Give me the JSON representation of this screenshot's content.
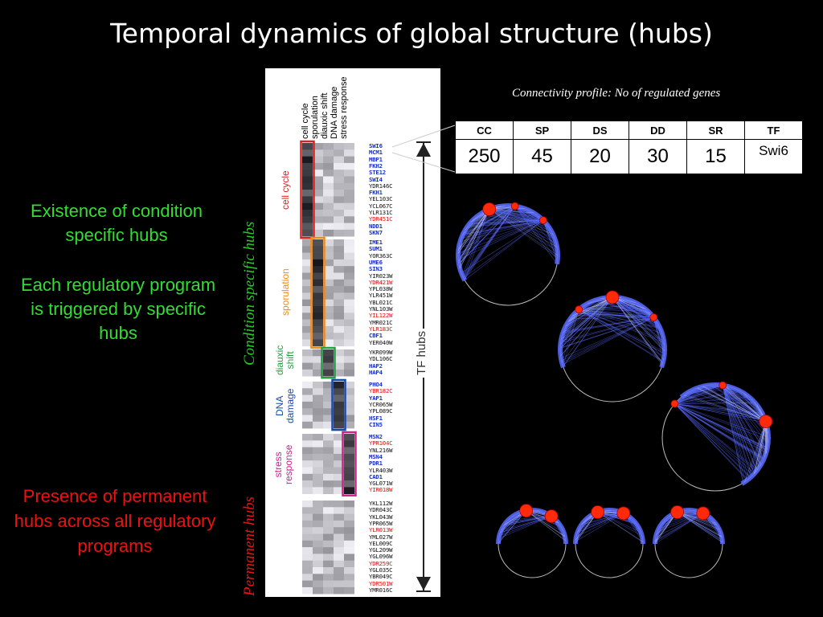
{
  "title": "Temporal dynamics of global structure (hubs)",
  "left_text": {
    "existence": "Existence of condition specific hubs",
    "triggered": "Each regulatory program is triggered by specific hubs",
    "presence": "Presence of permanent hubs across all regulatory programs"
  },
  "side_labels": {
    "condition_specific": "Condition specific hubs",
    "permanent": "Permanent hubs"
  },
  "heatmap": {
    "columns": [
      "cell cycle",
      "sporulation",
      "diauxic shift",
      "DNA damage",
      "stress response"
    ],
    "groups": [
      {
        "label_lines": [
          "cell cycle"
        ],
        "color": "#e02020"
      },
      {
        "label_lines": [
          "sporulation"
        ],
        "color": "#f08a1a"
      },
      {
        "label_lines": [
          "diauxic",
          "shift"
        ],
        "color": "#20a040"
      },
      {
        "label_lines": [
          "DNA",
          "damage"
        ],
        "color": "#1a4aa8"
      },
      {
        "label_lines": [
          "stress",
          "response"
        ],
        "color": "#d0208a"
      }
    ],
    "tf_hubs_label": "TF hubs",
    "gene_groups": [
      [
        {
          "name": "SWI6",
          "color": "blue"
        },
        {
          "name": "MCM1",
          "color": "blue"
        },
        {
          "name": "MBP1",
          "color": "blue"
        },
        {
          "name": "FKH2",
          "color": "blue"
        },
        {
          "name": "STE12",
          "color": "blue"
        },
        {
          "name": "SWI4",
          "color": "blue"
        },
        {
          "name": "YDR146C",
          "color": "black"
        },
        {
          "name": "FKH1",
          "color": "blue"
        },
        {
          "name": "YEL103C",
          "color": "black"
        },
        {
          "name": "YCL067C",
          "color": "black"
        },
        {
          "name": "YLR131C",
          "color": "black"
        },
        {
          "name": "YDR451C",
          "color": "red"
        },
        {
          "name": "NDD1",
          "color": "blue"
        },
        {
          "name": "SKN7",
          "color": "blue"
        }
      ],
      [
        {
          "name": "IME1",
          "color": "blue"
        },
        {
          "name": "SUM1",
          "color": "blue"
        },
        {
          "name": "YOR363C",
          "color": "black"
        },
        {
          "name": "UME6",
          "color": "blue"
        },
        {
          "name": "SIN3",
          "color": "blue"
        },
        {
          "name": "YIR023W",
          "color": "black"
        },
        {
          "name": "YDR421W",
          "color": "red"
        },
        {
          "name": "YPL038W",
          "color": "black"
        },
        {
          "name": "YLR451W",
          "color": "black"
        },
        {
          "name": "YBL021C",
          "color": "black"
        },
        {
          "name": "YNL103W",
          "color": "black"
        },
        {
          "name": "YIL122W",
          "color": "red"
        },
        {
          "name": "YMR021C",
          "color": "black"
        },
        {
          "name": "YLR183C",
          "color": "red"
        },
        {
          "name": "CBF1",
          "color": "blue"
        },
        {
          "name": "YER040W",
          "color": "black"
        }
      ],
      [
        {
          "name": "YKR099W",
          "color": "black"
        },
        {
          "name": "YDL106C",
          "color": "black"
        },
        {
          "name": "HAP2",
          "color": "blue"
        },
        {
          "name": "HAP4",
          "color": "blue"
        }
      ],
      [
        {
          "name": "PHO4",
          "color": "blue"
        },
        {
          "name": "YBR182C",
          "color": "red"
        },
        {
          "name": "YAP1",
          "color": "blue"
        },
        {
          "name": "YCR065W",
          "color": "black"
        },
        {
          "name": "YPL089C",
          "color": "black"
        },
        {
          "name": "HSF1",
          "color": "blue"
        },
        {
          "name": "CIN5",
          "color": "blue"
        }
      ],
      [
        {
          "name": "MSN2",
          "color": "blue"
        },
        {
          "name": "YPR104C",
          "color": "red"
        },
        {
          "name": "YNL216W",
          "color": "black"
        },
        {
          "name": "MSN4",
          "color": "blue"
        },
        {
          "name": "PDR1",
          "color": "blue"
        },
        {
          "name": "YLR403W",
          "color": "black"
        },
        {
          "name": "CAD1",
          "color": "blue"
        },
        {
          "name": "YGL071W",
          "color": "black"
        },
        {
          "name": "YIR018W",
          "color": "red"
        }
      ],
      [
        {
          "name": "YKL112W",
          "color": "black"
        },
        {
          "name": "YDR043C",
          "color": "black"
        },
        {
          "name": "YKL043W",
          "color": "black"
        },
        {
          "name": "YPR065W",
          "color": "black"
        },
        {
          "name": "YLR013W",
          "color": "red"
        },
        {
          "name": "YML027W",
          "color": "black"
        },
        {
          "name": "YEL009C",
          "color": "black"
        },
        {
          "name": "YGL209W",
          "color": "black"
        },
        {
          "name": "YGL096W",
          "color": "black"
        },
        {
          "name": "YDR259C",
          "color": "red"
        },
        {
          "name": "YGL035C",
          "color": "black"
        },
        {
          "name": "YBR049C",
          "color": "black"
        },
        {
          "name": "YDR501W",
          "color": "red"
        },
        {
          "name": "YMR016C",
          "color": "black"
        }
      ]
    ]
  },
  "connectivity": {
    "caption": "Connectivity profile: No of regulated genes",
    "headers": [
      "CC",
      "SP",
      "DS",
      "DD",
      "SR",
      "TF"
    ],
    "values": [
      "250",
      "45",
      "20",
      "30",
      "15",
      "Swi6"
    ]
  },
  "colors": {
    "accent_green": "#33dd33",
    "accent_red": "#ee1111",
    "network_blue": "#5a6cff",
    "hub_red": "#ff2a0a"
  }
}
